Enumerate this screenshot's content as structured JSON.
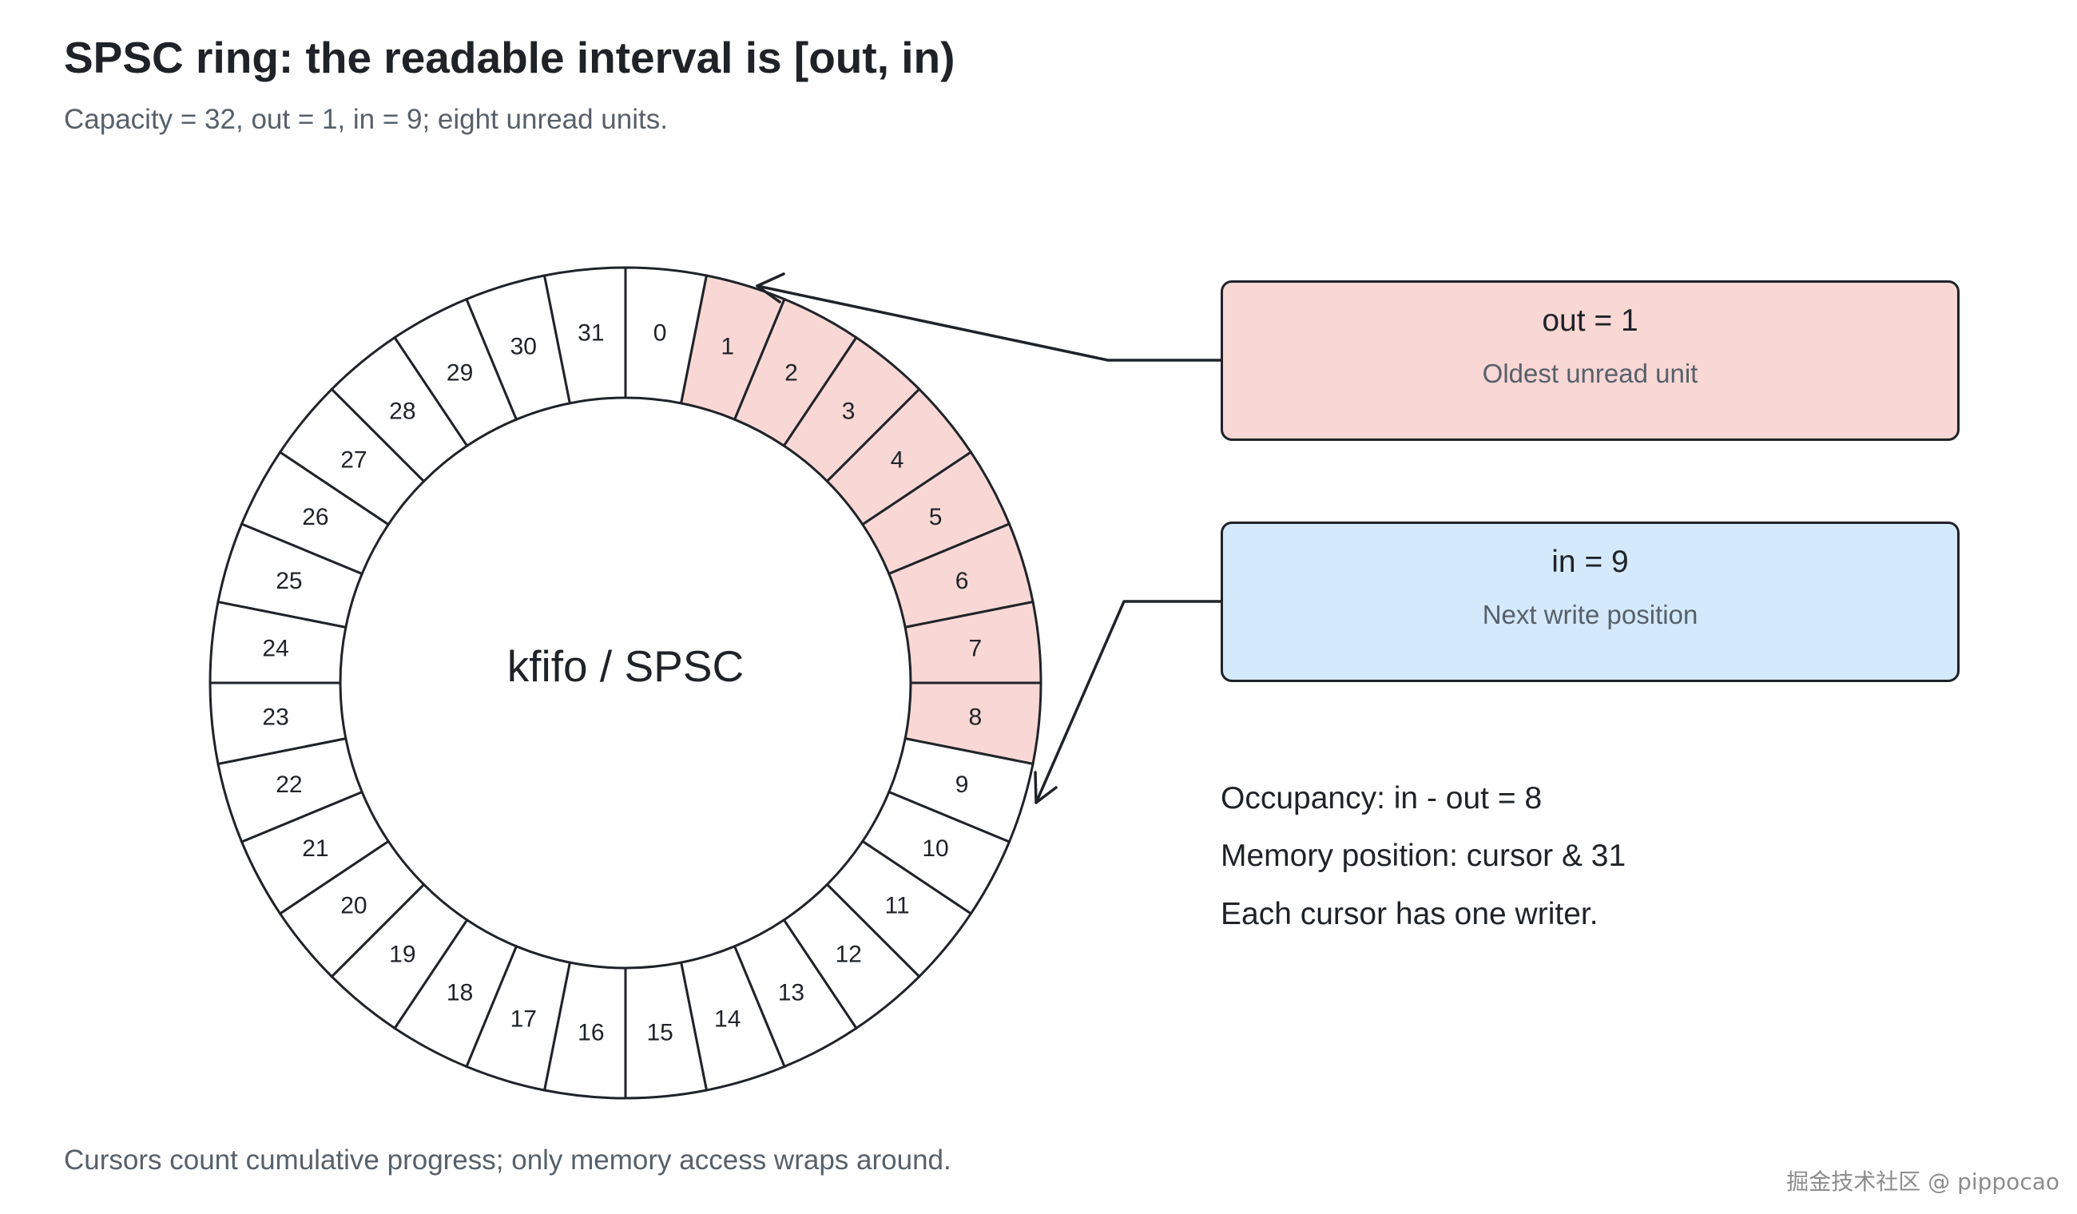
{
  "title": "SPSC ring: the readable interval is [out, in)",
  "subtitle": "Capacity = 32, out = 1, in = 9; eight unread units.",
  "ring": {
    "center_label": "kfifo / SPSC",
    "capacity": 32,
    "out": 1,
    "in": 9,
    "highlight_color": "#f8d7d5",
    "empty_color": "#ffffff"
  },
  "callouts": {
    "out": {
      "title": "out = 1",
      "description": "Oldest unread unit",
      "color": "#f8d7d5"
    },
    "in": {
      "title": "in = 9",
      "description": "Next write position",
      "color": "#d5e9fc"
    }
  },
  "notes": [
    "Occupancy: in - out = 8",
    "Memory position: cursor & 31",
    "Each cursor has one writer."
  ],
  "footnote": "Cursors count cumulative progress; only memory access wraps around.",
  "watermark": "掘金技术社区 @ pippocao"
}
